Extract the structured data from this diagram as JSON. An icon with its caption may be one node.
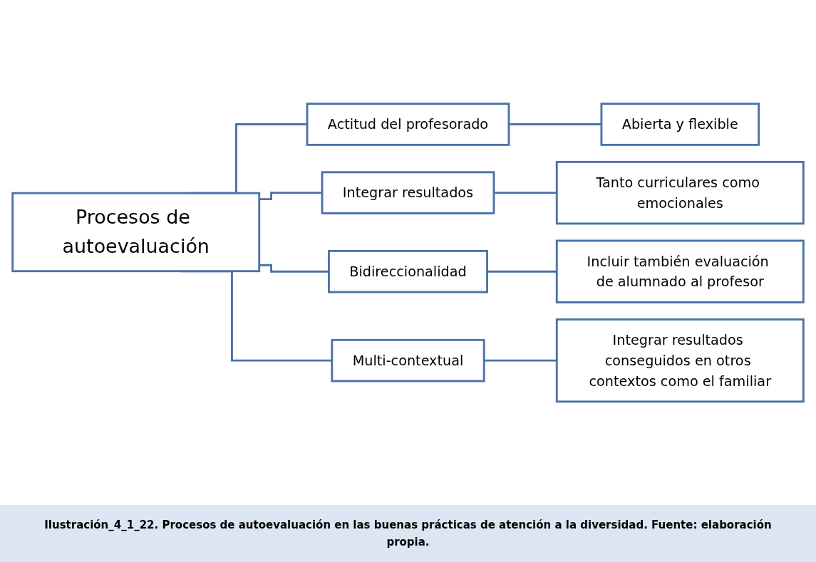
{
  "diagram": {
    "caption": "Ilustración_4_1_22. Procesos de autoevaluación en las buenas prácticas de atención a la diversidad. Fuente: elaboración propia.",
    "nodes": [
      {
        "text": [
          "Procesos de autoevaluación"
        ]
      },
      {
        "text": [
          "Actitud del profesorado"
        ]
      },
      {
        "text": [
          "Abierta y flexible"
        ]
      },
      {
        "text": [
          "Integrar resultados"
        ]
      },
      {
        "text": [
          "Tanto curriculares como emocionales"
        ]
      },
      {
        "text": [
          "Bidireccionalidad"
        ]
      },
      {
        "text": [
          "Incluir también evaluación de alumnado al profesor"
        ]
      },
      {
        "text": [
          "Multi-contextual"
        ]
      },
      {
        "text": [
          "Integrar resultados conseguidos en otros contextos como el familiar"
        ]
      }
    ],
    "edges": [
      {
        "from": 0,
        "to": 1,
        "arrow": "none"
      },
      {
        "from": 1,
        "to": 2,
        "arrow": "none"
      },
      {
        "from": 0,
        "to": 3,
        "arrow": "none"
      },
      {
        "from": 3,
        "to": 4,
        "arrow": "none"
      },
      {
        "from": 0,
        "to": 5,
        "arrow": "none"
      },
      {
        "from": 5,
        "to": 6,
        "arrow": "none"
      },
      {
        "from": 0,
        "to": 7,
        "arrow": "none"
      },
      {
        "from": 7,
        "to": 8,
        "arrow": "none"
      }
    ]
  }
}
